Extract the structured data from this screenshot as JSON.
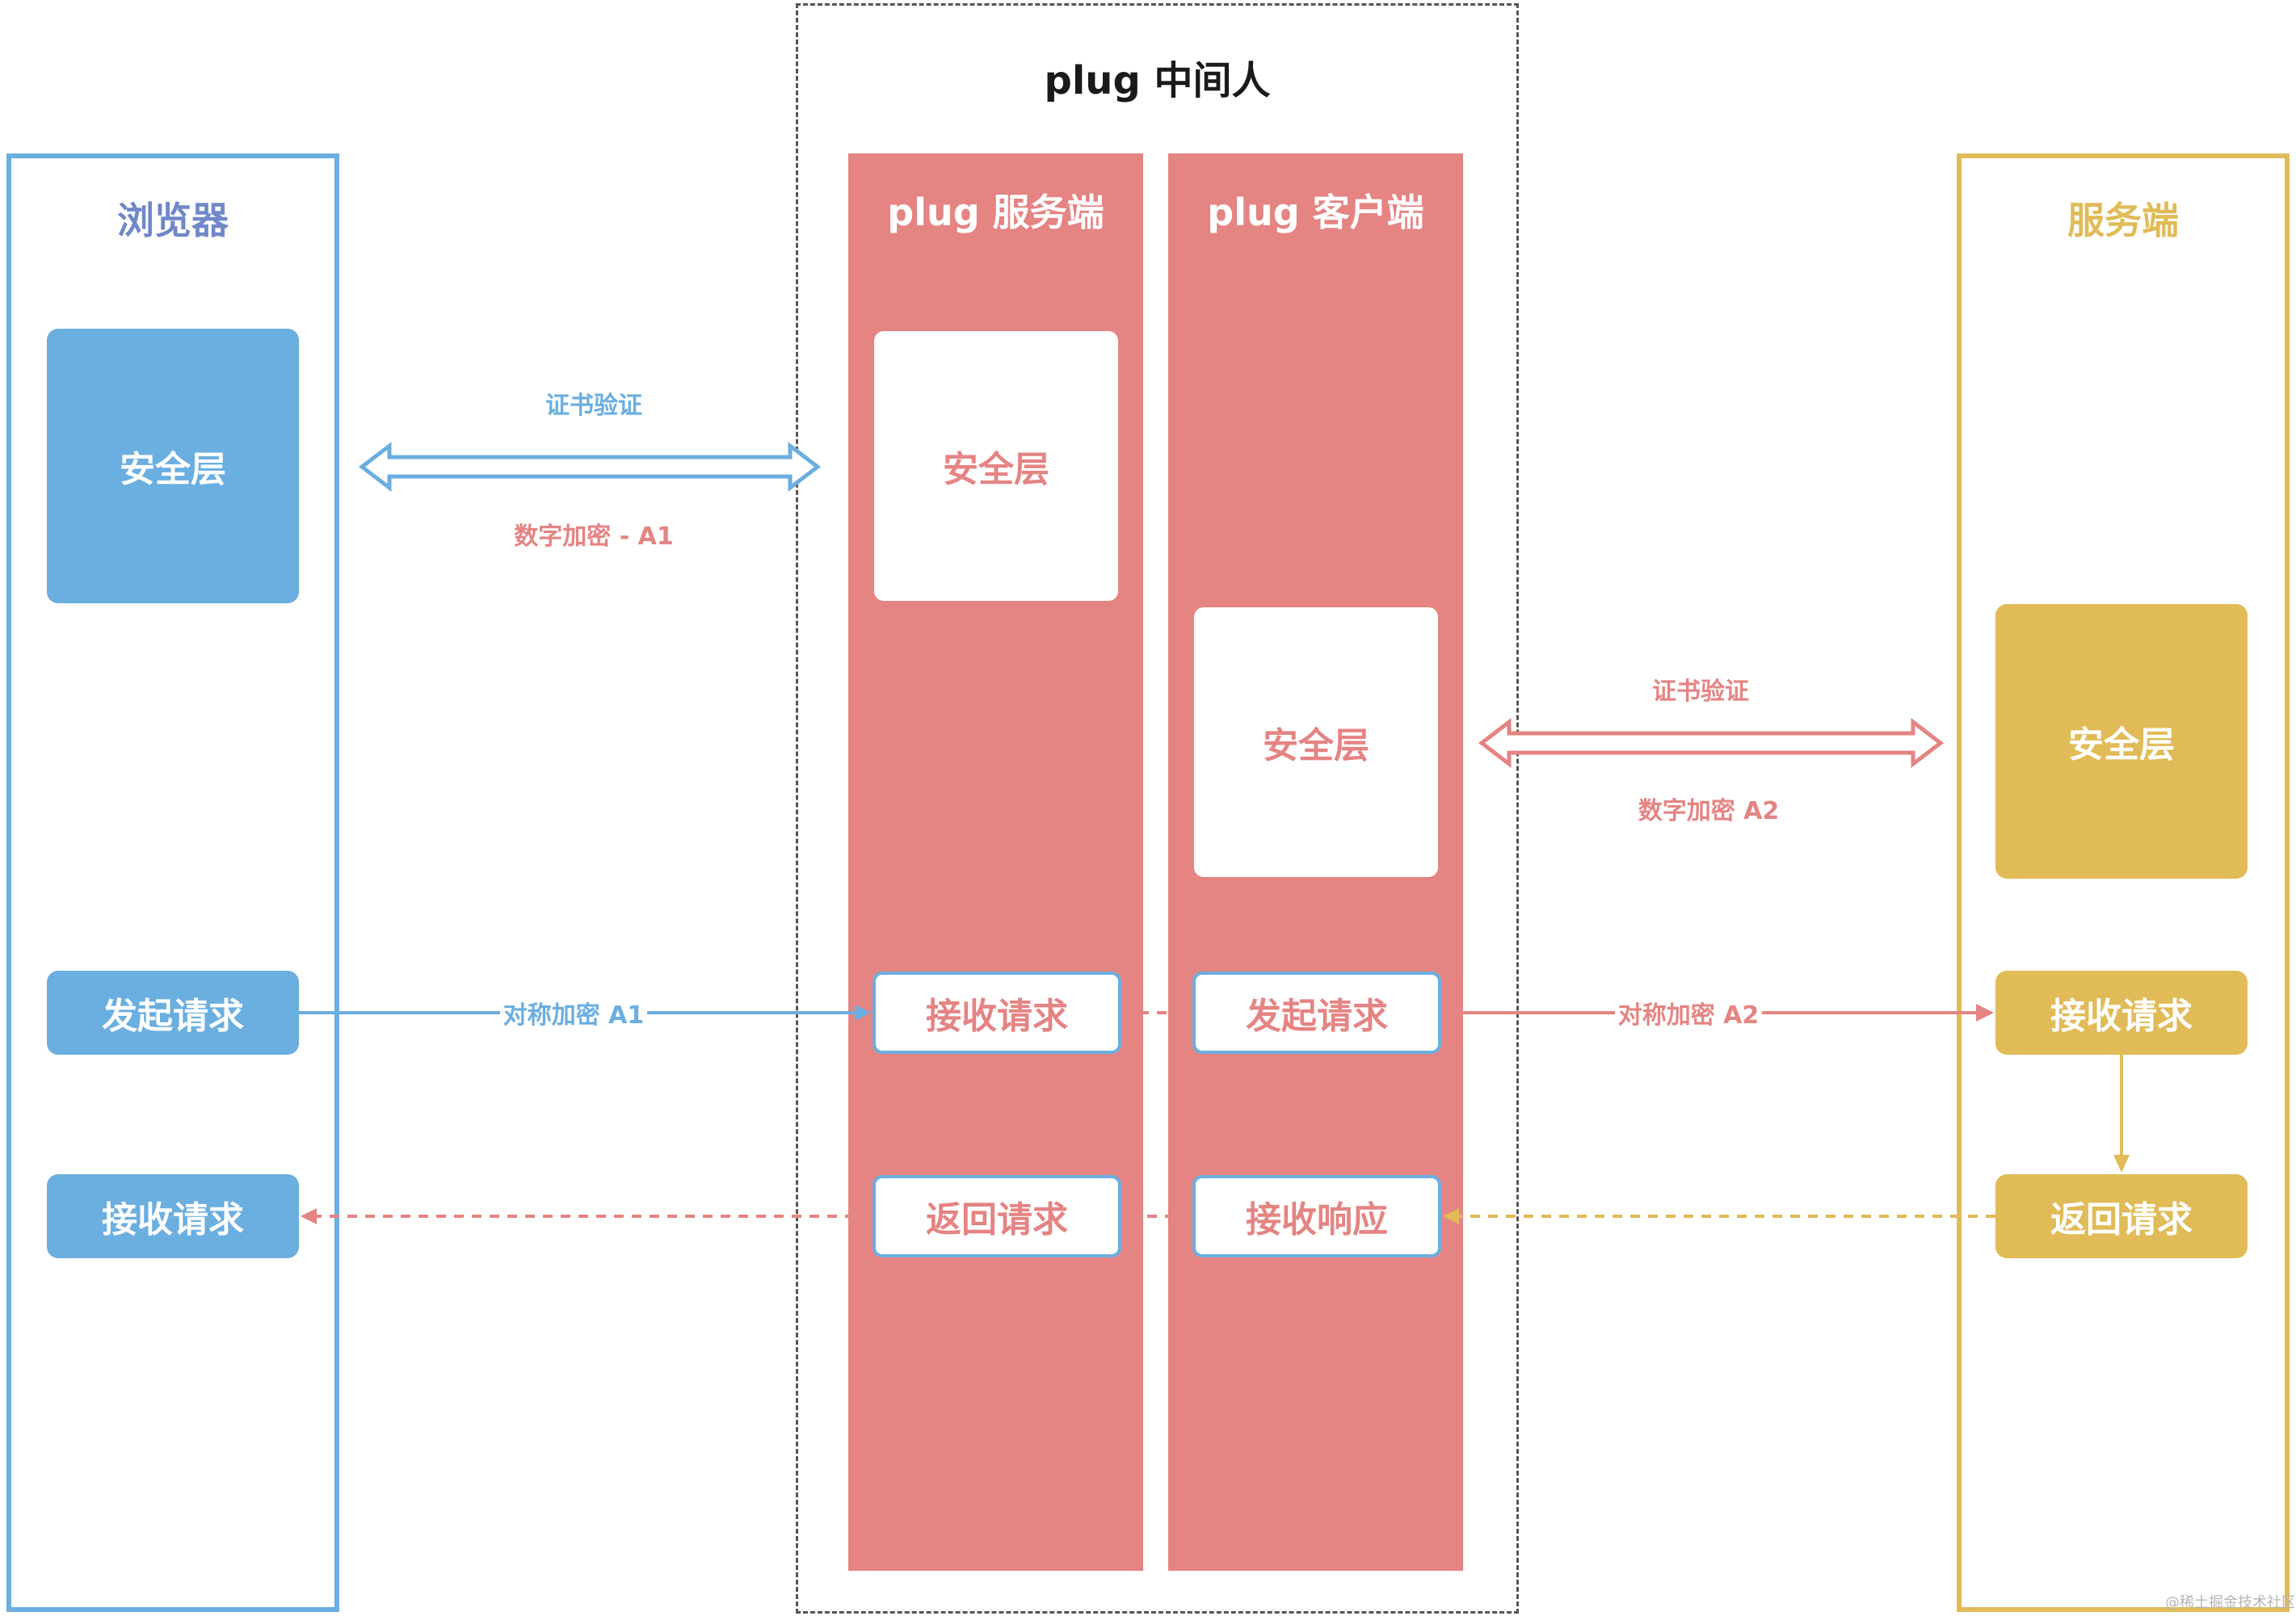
{
  "middleman": {
    "title": "plug 中间人"
  },
  "browser": {
    "title": "浏览器",
    "security_layer": "安全层",
    "send_request": "发起请求",
    "receive_request": "接收请求"
  },
  "plug_server": {
    "title": "plug 服务端",
    "security_layer": "安全层",
    "receive_request": "接收请求",
    "return_request": "返回请求"
  },
  "plug_client": {
    "title": "plug 客户端",
    "security_layer": "安全层",
    "send_request": "发起请求",
    "receive_response": "接收响应"
  },
  "server": {
    "title": "服务端",
    "security_layer": "安全层",
    "receive_request": "接收请求",
    "return_request": "返回请求"
  },
  "edges": {
    "browser_tls_top": "证书验证",
    "browser_tls_bottom": "数字加密 - A1",
    "server_tls_top": "证书验证",
    "server_tls_bottom": "数字加密 A2",
    "sym_a1": "对称加密 A1",
    "sym_a2": "对称加密 A2"
  },
  "watermark": "@稀土掘金技术社区",
  "colors": {
    "browser": "#6BAEE0",
    "plug": "#E48483",
    "server": "#E0BB57",
    "dashed_border": "#555555"
  }
}
